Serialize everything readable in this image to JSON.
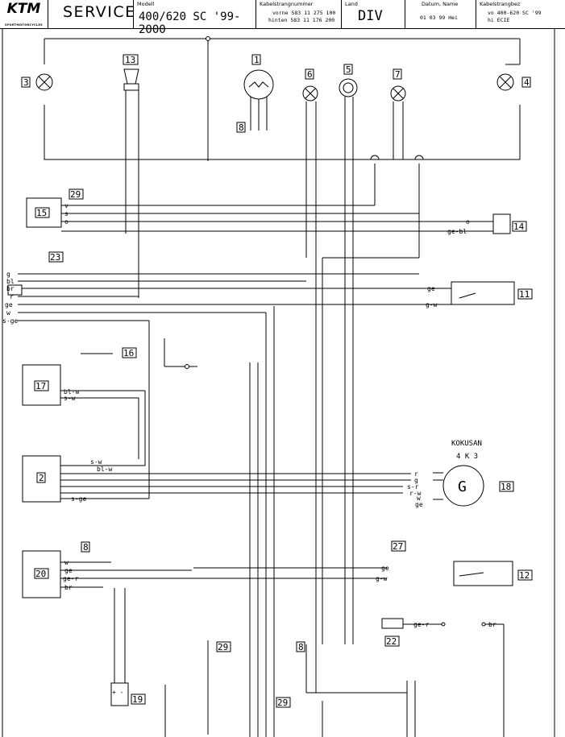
{
  "header": {
    "logo_text": "KTM",
    "logo_sub": "SPORTMOTORCYCLES",
    "service": "SERVICE",
    "modell_label": "Modell",
    "modell_value": "400/620 SC '99-2000",
    "kabel_label": "Kabelstrangnummer",
    "kabel_vorne": "vorne 583 11 275 100",
    "kabel_hinten": "hinten 583 11 176 200",
    "land_label": "Land",
    "land_value": "DIV",
    "datum_label": "Datum, Name",
    "datum_value": "01 03 99 Hei",
    "bez_label": "Kabelstrangbez",
    "bez_vo": "vo  400-620 SC '99",
    "bez_hi": "hi  ECIE"
  },
  "components": {
    "n1": "1",
    "n2": "2",
    "n3": "3",
    "n4": "4",
    "n5": "5",
    "n6": "6",
    "n7": "7",
    "n8": "8",
    "n11": "11",
    "n12": "12",
    "n13": "13",
    "n14": "14",
    "n15": "15",
    "n16": "16",
    "n17": "17",
    "n18": "18",
    "n19": "19",
    "n20": "20",
    "n22": "22",
    "n23": "23",
    "n27": "27",
    "n29": "29",
    "kokusan": "KOKUSAN",
    "k43": "4 K 3",
    "gen": "G"
  },
  "wires": {
    "br": "br",
    "v": "v",
    "s": "s",
    "r": "r",
    "ge": "ge",
    "ge_r": "ge-r",
    "bl": "bl",
    "w": "w",
    "g": "g",
    "o": "o",
    "ge_bl": "ge-bl",
    "g_w": "g-w",
    "s_ge": "s-ge",
    "bl_w": "bl-w",
    "s_w": "s-w",
    "s_r": "s-r",
    "r_w": "r-w",
    "plus_minus": "+ -"
  }
}
